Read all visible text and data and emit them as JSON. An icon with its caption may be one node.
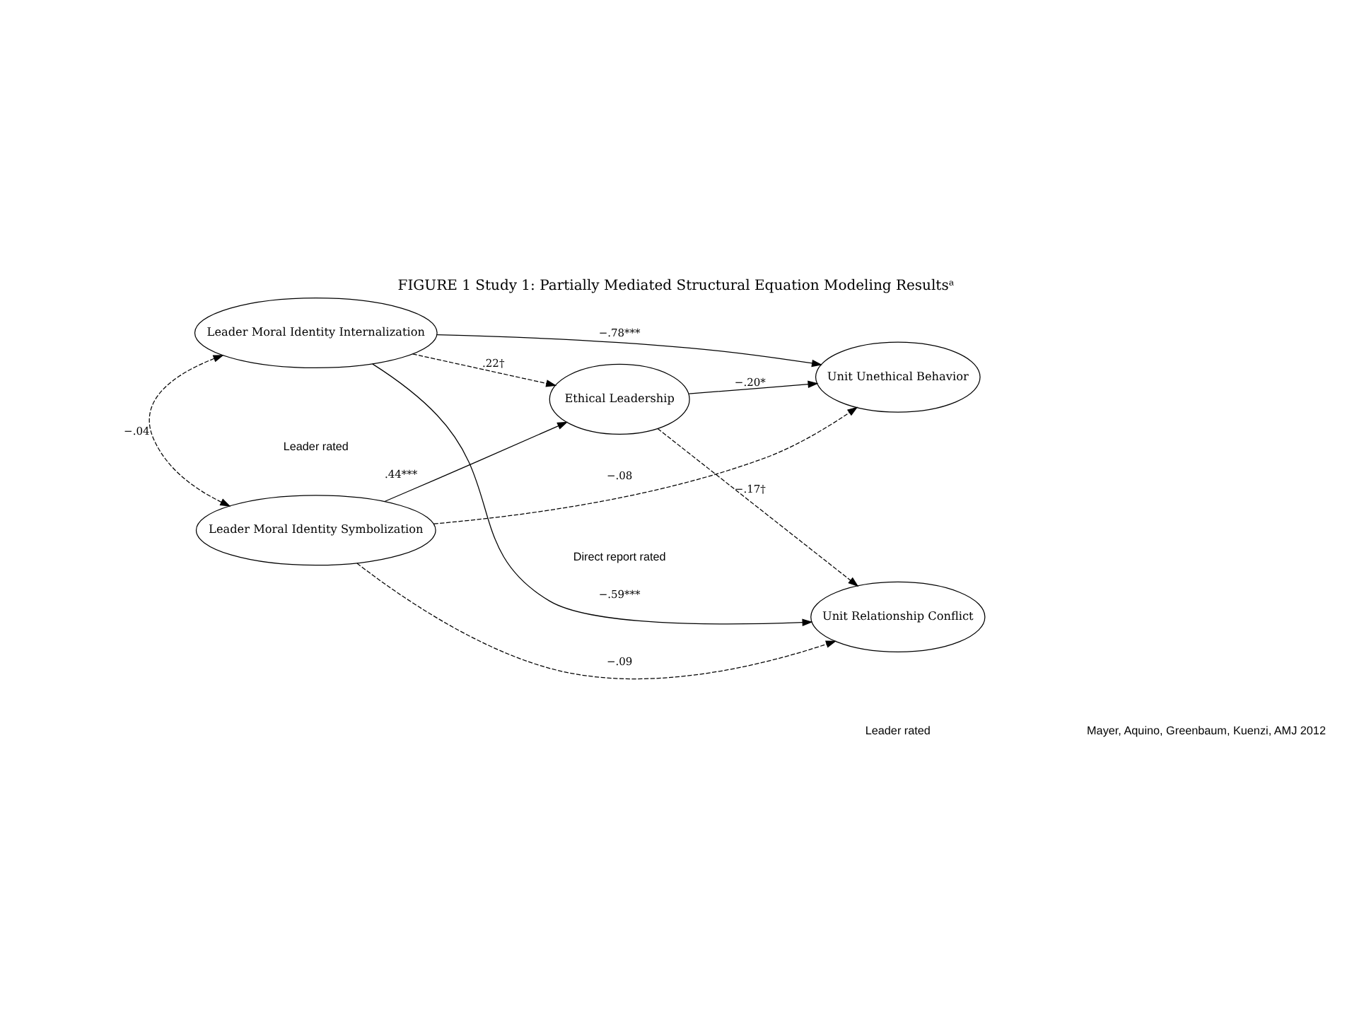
{
  "diagram": {
    "title": "FIGURE 1 Study 1: Partially Mediated Structural Equation Modeling Resultsᵃ",
    "nodes": [
      {
        "text": [
          "Leader Moral Identity Symbolization"
        ]
      },
      {
        "text": [
          "Leader Moral Identity Internalization"
        ]
      },
      {
        "text": [
          "Ethical Leadership"
        ]
      },
      {
        "text": [
          "Unit Unethical Behavior"
        ]
      },
      {
        "text": [
          "Unit Relationship Conflict"
        ]
      }
    ],
    "edges": [
      {
        "from": 0,
        "to": 3,
        "arrow": "to",
        "style": "dashed",
        "label": "−.08"
      },
      {
        "from": 0,
        "to": 1,
        "arrow": "both",
        "style": "dashed",
        "label": "−.04"
      },
      {
        "from": 0,
        "to": 2,
        "arrow": "to",
        "label": ".44***"
      },
      {
        "from": 1,
        "to": 3,
        "arrow": "to",
        "label": "−.78***"
      },
      {
        "from": 0,
        "to": 4,
        "arrow": "to",
        "style": "dashed",
        "label": "−.09"
      },
      {
        "from": 1,
        "to": 2,
        "arrow": "to",
        "style": "dashed",
        "label": ".22†"
      },
      {
        "from": 2,
        "to": 3,
        "arrow": "to",
        "label": "−.20*"
      },
      {
        "from": 2,
        "to": 4,
        "arrow": "to",
        "style": "dashed",
        "label": "−.17†"
      },
      {
        "from": 1,
        "to": 4,
        "arrow": "to",
        "label": "−.59***"
      }
    ],
    "labels": [
      "Leader rated",
      "Direct report rated",
      "Leader rated",
      "Mayer, Aquino, Greenbaum, Kuenzi, AMJ 2012"
    ]
  }
}
